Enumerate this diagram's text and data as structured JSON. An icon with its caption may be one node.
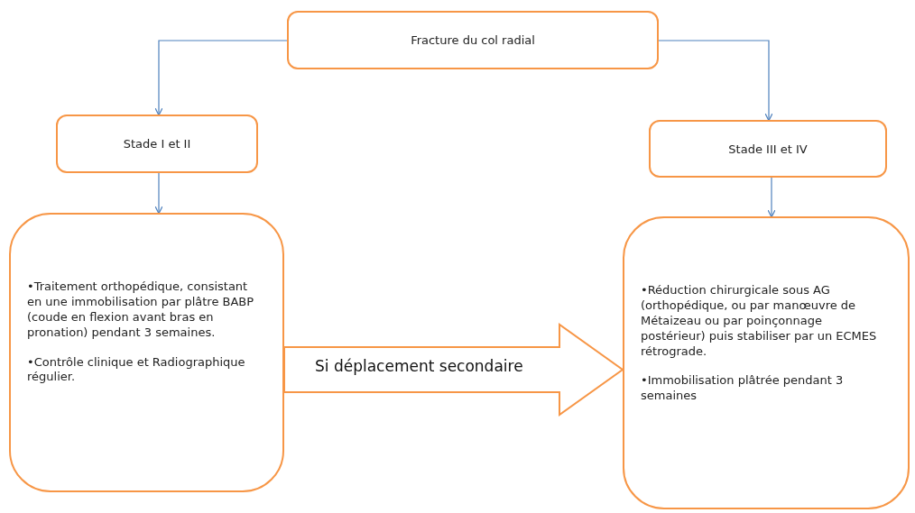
{
  "diagram": {
    "nodes": [
      {
        "text": [
          "Fracture du col radial"
        ]
      },
      {
        "text": [
          "Stade I et II"
        ]
      },
      {
        "text": [
          "Stade III et IV"
        ]
      },
      {
        "text": [
          "•Traitement orthopédique, consistant en une immobilisation par plâtre BABP (coude en flexion avant bras en pronation) pendant 3 semaines.",
          "•Contrôle clinique et Radiographique régulier."
        ]
      },
      {
        "text": [
          "•Réduction chirurgicale sous AG (orthopédique, ou par manœuvre de Métaizeau ou par poinçonnage postérieur) puis stabiliser par un ECMES rétrograde.",
          "•Immobilisation plâtrée pendant 3 semaines"
        ]
      }
    ],
    "edges": [
      {
        "from": 0,
        "to": 1,
        "arrow": "to"
      },
      {
        "from": 0,
        "to": 2,
        "arrow": "to"
      },
      {
        "from": 1,
        "to": 3,
        "arrow": "to"
      },
      {
        "from": 2,
        "to": 4,
        "arrow": "to"
      },
      {
        "from": 3,
        "to": 4,
        "arrow": "to",
        "label": "Si déplacement secondaire",
        "style": "thick",
        "color": "#f79646"
      }
    ]
  }
}
